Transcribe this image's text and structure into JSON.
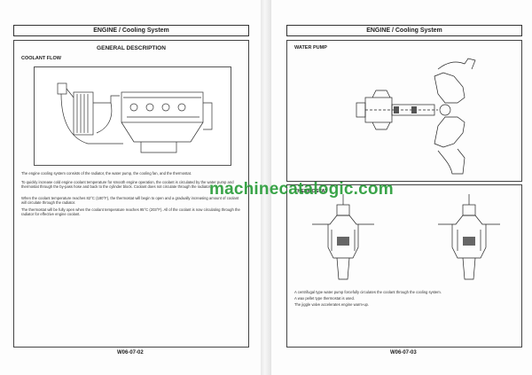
{
  "left_page": {
    "header": "ENGINE / Cooling System",
    "section_title": "GENERAL DESCRIPTION",
    "subsection": "COOLANT FLOW",
    "paragraphs": [
      "The engine cooling system consists of the radiator, the water pump, the cooling fan, and the thermostat.",
      "To quickly increase cold engine coolant temperature for smooth engine operation, the coolant is circulated by the water pump and thermostat through the by-pass hose and back to the cylinder block. Coolant does not circulate through the radiator.",
      "When the coolant temperature reaches 82°C (180°F), the thermostat will begin to open and a gradually increasing amount of coolant will circulate through the radiator.",
      "The thermostat will be fully open when the coolant temperature reaches 95°C (203°F).   All of the coolant is now circulating through the radiator for effective engine coolant."
    ],
    "footer": "W06-07-02"
  },
  "right_page": {
    "header": "ENGINE / Cooling System",
    "water_pump_label": "WATER PUMP",
    "thermostat_label": "THERMOSTAT",
    "paragraphs": [
      "A centrifugal type water pump forcefully circulates the coolant through the cooling system.",
      "A wax pellet type thermostat is used.",
      "The jiggle valve accelerates engine warm-up."
    ],
    "footer": "W06-07-03"
  },
  "watermark": "machinecatalogic.com"
}
